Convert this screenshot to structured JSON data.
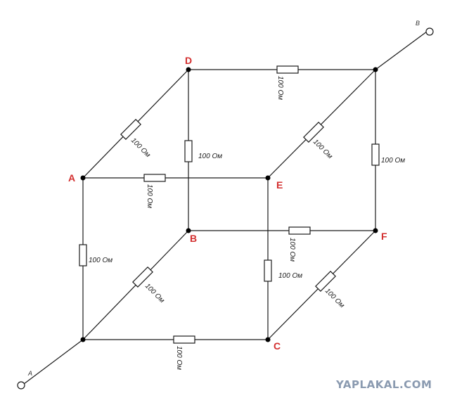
{
  "vertices": {
    "A": "A",
    "B": "B",
    "C": "C",
    "D": "D",
    "E": "E",
    "F": "F"
  },
  "terminals": {
    "in": "A",
    "out": "B"
  },
  "resistor_label": "100 Ом",
  "watermark": "YAPLAKAL.COM",
  "colors": {
    "vertex_label": "#d32f2f",
    "wire": "#1a1a1a",
    "watermark": "#8a9ab0"
  }
}
